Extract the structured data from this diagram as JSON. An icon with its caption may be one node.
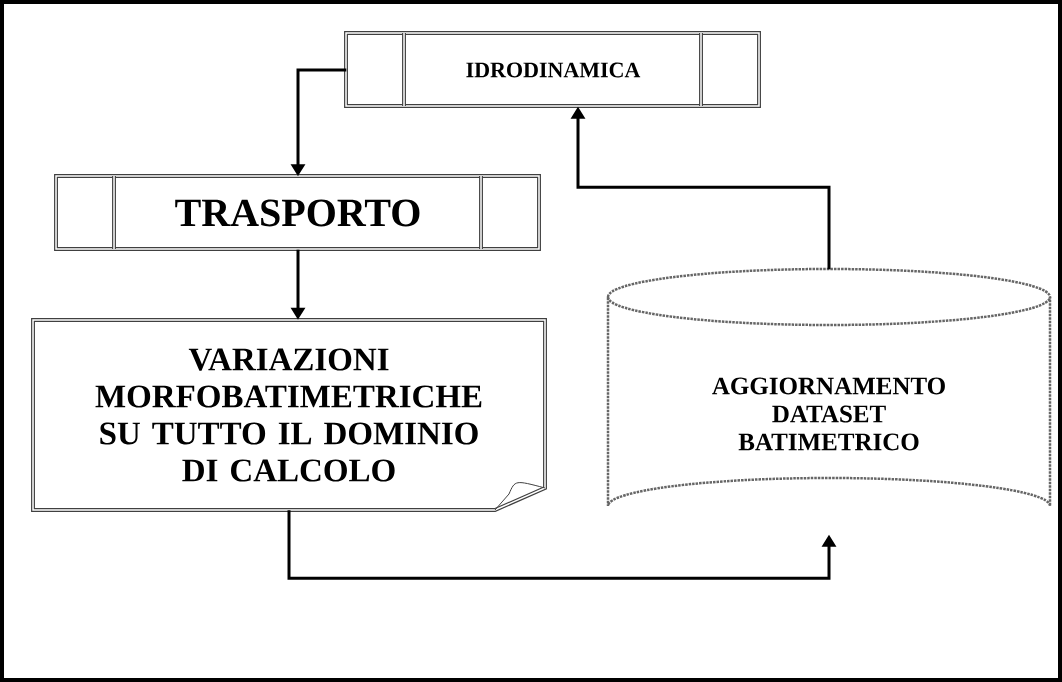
{
  "diagram": {
    "nodes": [
      {
        "text": [
          "IDRODINAMICA"
        ]
      },
      {
        "text": [
          "TRASPORTO"
        ]
      },
      {
        "text": [
          "VARIAZIONI MORFOBATIMETRICHE SU TUTTO IL DOMINIO DI CALCOLO"
        ]
      },
      {
        "text": [
          "AGGIORNAMENTO DATASET BATIMETRICO"
        ]
      }
    ],
    "edges": [
      {
        "from": 0,
        "to": 1,
        "arrow": "to"
      },
      {
        "from": 1,
        "to": 2,
        "arrow": "to"
      },
      {
        "from": 2,
        "to": 3,
        "arrow": "to"
      },
      {
        "from": 3,
        "to": 0,
        "arrow": "to"
      }
    ]
  }
}
